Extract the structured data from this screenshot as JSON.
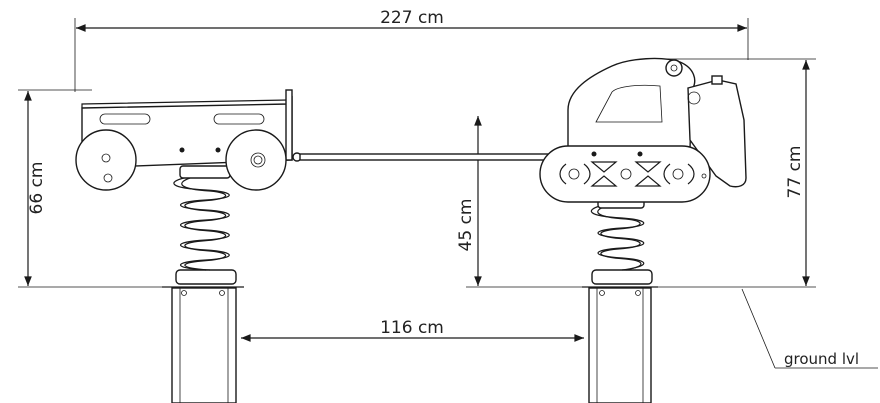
{
  "dimensions": {
    "total_length": "227 cm",
    "height_left": "66 cm",
    "seat_height": "45 cm",
    "height_right": "77 cm",
    "post_spacing": "116 cm"
  },
  "annotations": {
    "ground": "ground lvl"
  }
}
